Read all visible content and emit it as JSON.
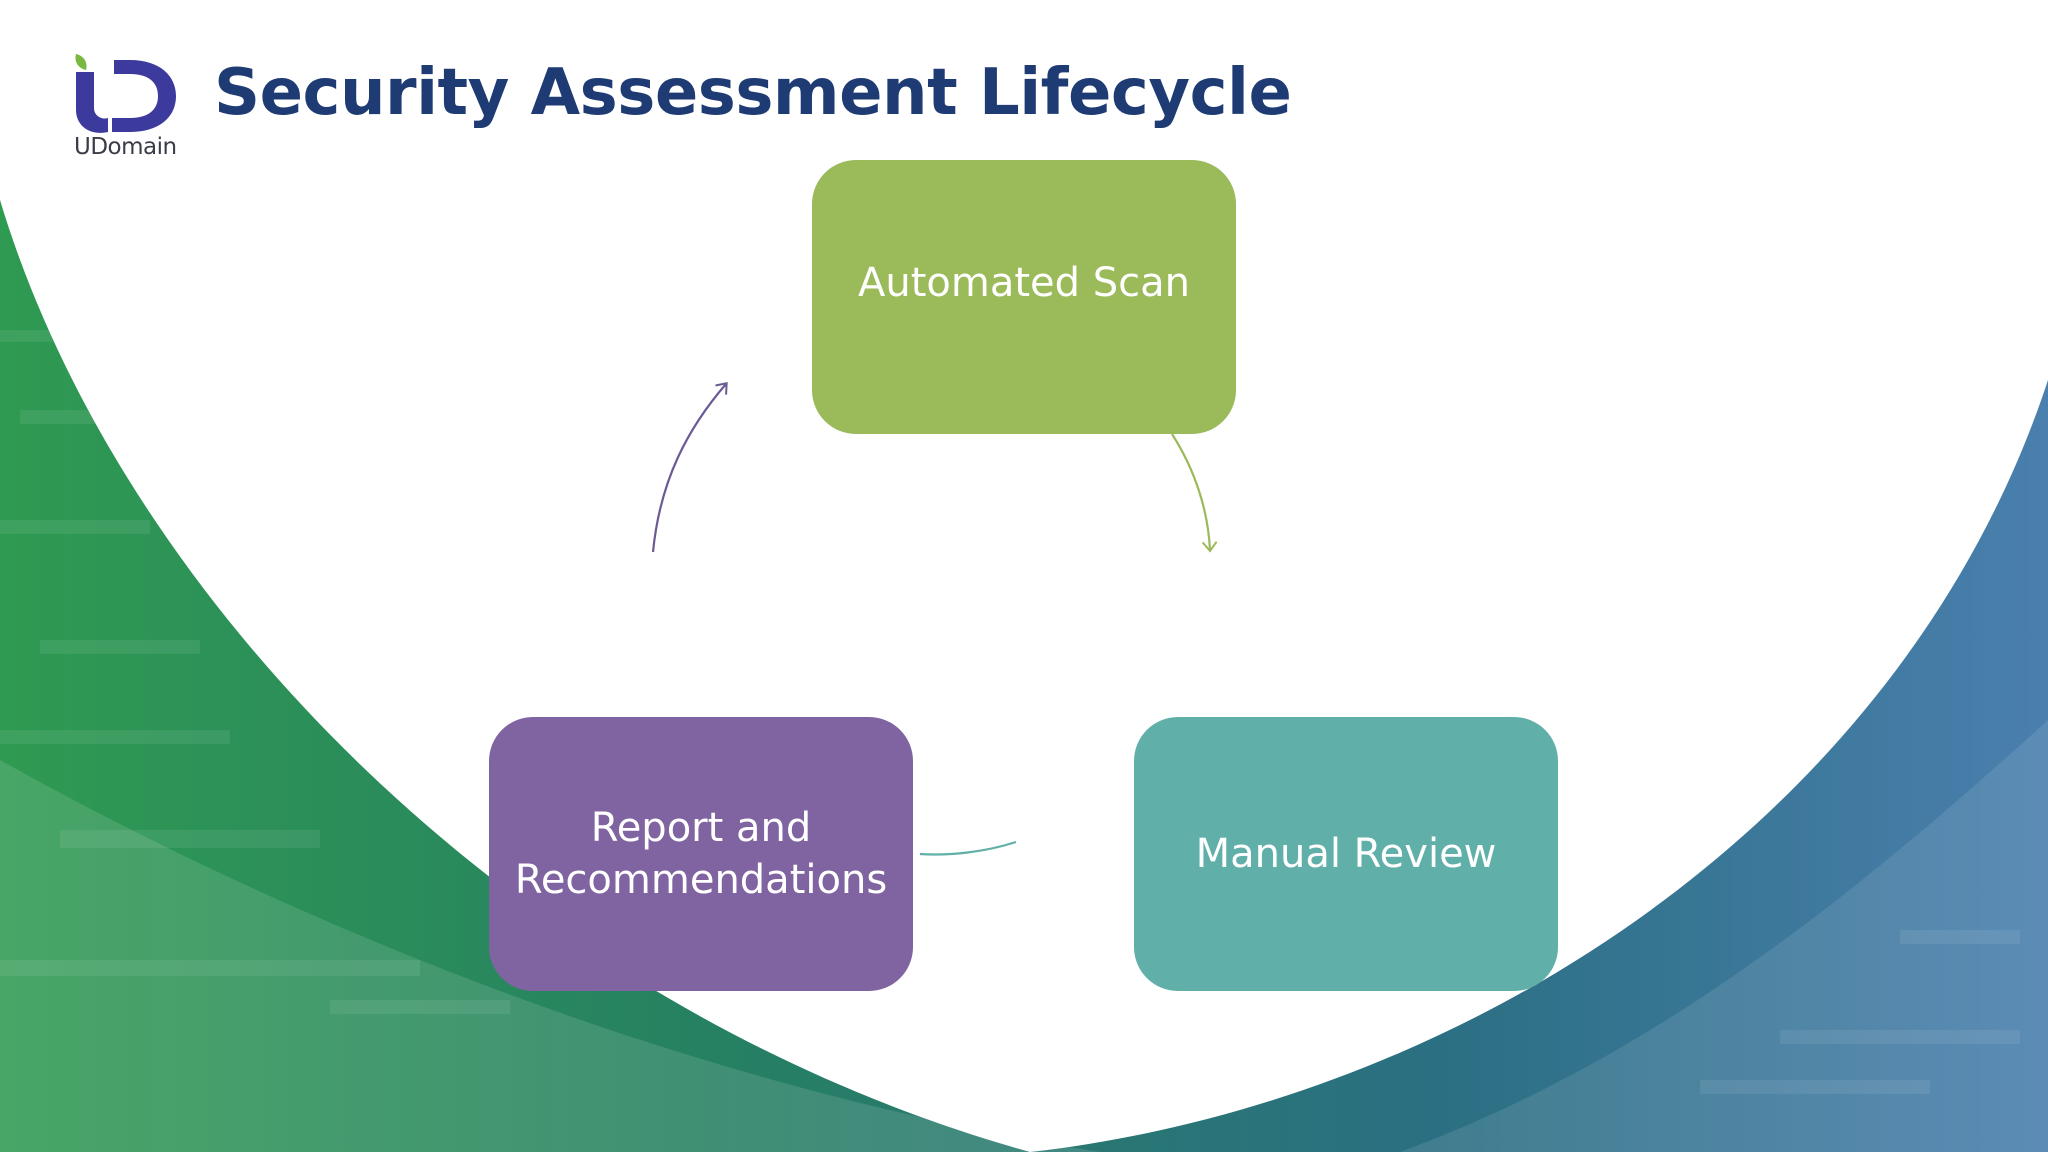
{
  "slide": {
    "title": "Security Assessment Lifecycle"
  },
  "logo": {
    "text": "UDomain",
    "icon": "udomain-logo-icon"
  },
  "diagram": {
    "type": "cycle",
    "nodes": [
      {
        "label": "Automated Scan",
        "color": "#9bba59"
      },
      {
        "label": "Manual Review",
        "color": "#60afa8"
      },
      {
        "label": "Report and Recommendations",
        "color": "#8064a2"
      }
    ],
    "edges": [
      {
        "from": 0,
        "to": 1,
        "color": "#9bba59"
      },
      {
        "from": 1,
        "to": 2,
        "color": "#60afa8"
      },
      {
        "from": 2,
        "to": 0,
        "color": "#6c5a96"
      }
    ]
  },
  "theme": {
    "title_color": "#1f3b73",
    "background_green": "#2f9a52",
    "background_blue": "#3f7aa6"
  }
}
